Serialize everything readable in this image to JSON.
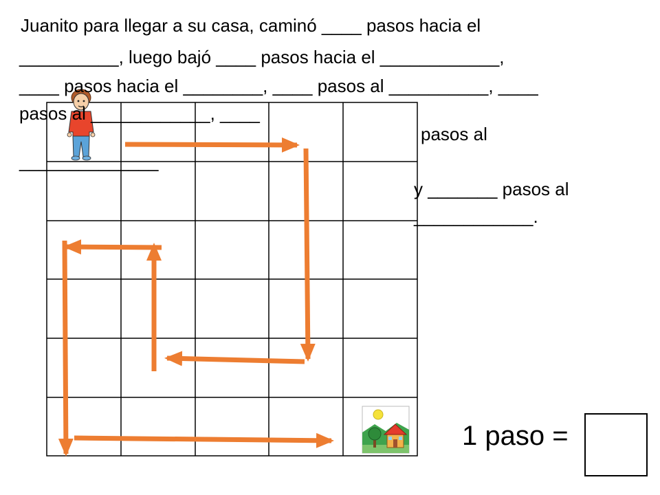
{
  "problem": {
    "line1": "Juanito para llegar a su casa, caminó ____ pasos hacia el",
    "line2": "__________, luego bajó  ____ pasos hacia el ____________,",
    "line3": "____ pasos hacia el ________, ____ pasos al __________, ____",
    "line4": "pasos al ____________, ____",
    "line5": "______________",
    "side1": "pasos al",
    "side2": "y _______ pasos al",
    "side3": "____________."
  },
  "scale": {
    "label": "1 paso ="
  },
  "icons": {
    "character": "boy-icon",
    "destination": "house-icon"
  },
  "colors": {
    "arrow": "#ED7D31",
    "grid": "#000000",
    "shirt": "#E8452C",
    "pants": "#5BA3D9"
  }
}
